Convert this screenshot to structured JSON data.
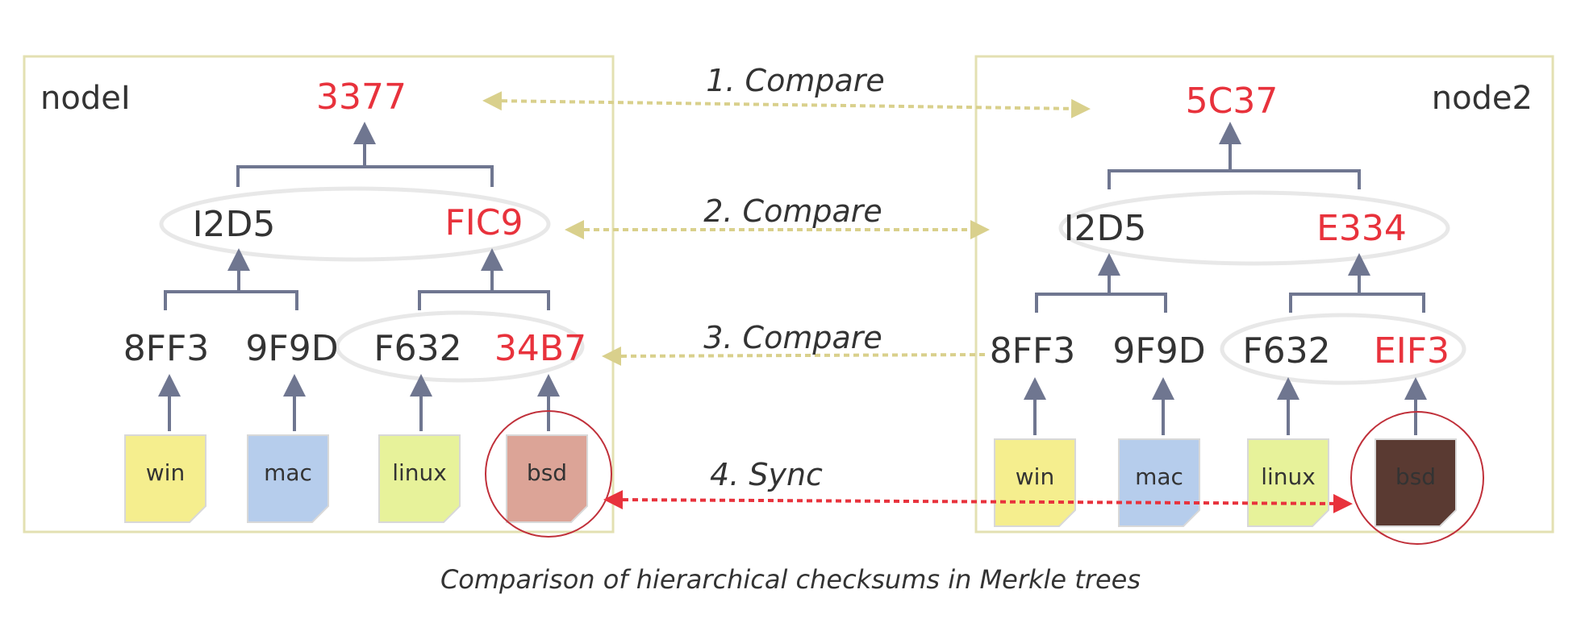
{
  "colors": {
    "hash_default": "#333333",
    "hash_diff": "#e8323c",
    "panel_border": "#e3e0b2",
    "group_ring": "#e8e8e8",
    "connector": "#6f7690",
    "compare_arrow": "#d9d08c",
    "sync_arrow": "#e8323c",
    "diff_circle": "#c0303a"
  },
  "node1": {
    "label": "nodeI",
    "root": {
      "value": "3377",
      "differs": true
    },
    "level1": [
      {
        "value": "I2D5",
        "differs": false
      },
      {
        "value": "FIC9",
        "differs": true
      }
    ],
    "leaves": [
      {
        "value": "8FF3",
        "differs": false
      },
      {
        "value": "9F9D",
        "differs": false
      },
      {
        "value": "F632",
        "differs": false
      },
      {
        "value": "34B7",
        "differs": true
      }
    ],
    "files": [
      {
        "name": "win",
        "color": "#f5ee8e",
        "text_color": "#333333"
      },
      {
        "name": "mac",
        "color": "#b6cdec",
        "text_color": "#333333"
      },
      {
        "name": "linux",
        "color": "#e7f29a",
        "text_color": "#333333"
      },
      {
        "name": "bsd",
        "color": "#dca497",
        "text_color": "#333333"
      }
    ]
  },
  "node2": {
    "label": "node2",
    "root": {
      "value": "5C37",
      "differs": true
    },
    "level1": [
      {
        "value": "I2D5",
        "differs": false
      },
      {
        "value": "E334",
        "differs": true
      }
    ],
    "leaves": [
      {
        "value": "8FF3",
        "differs": false
      },
      {
        "value": "9F9D",
        "differs": false
      },
      {
        "value": "F632",
        "differs": false
      },
      {
        "value": "EIF3",
        "differs": true
      }
    ],
    "files": [
      {
        "name": "win",
        "color": "#f5ee8e",
        "text_color": "#333333"
      },
      {
        "name": "mac",
        "color": "#b6cdec",
        "text_color": "#333333"
      },
      {
        "name": "linux",
        "color": "#e7f29a",
        "text_color": "#333333"
      },
      {
        "name": "bsd",
        "color": "#5a3a32",
        "text_color": "#f0e6e0"
      }
    ]
  },
  "steps": {
    "compare1": "1. Compare",
    "compare2": "2. Compare",
    "compare3": "3. Compare",
    "sync": "4. Sync"
  },
  "caption": "Comparison of hierarchical checksums in Merkle trees"
}
